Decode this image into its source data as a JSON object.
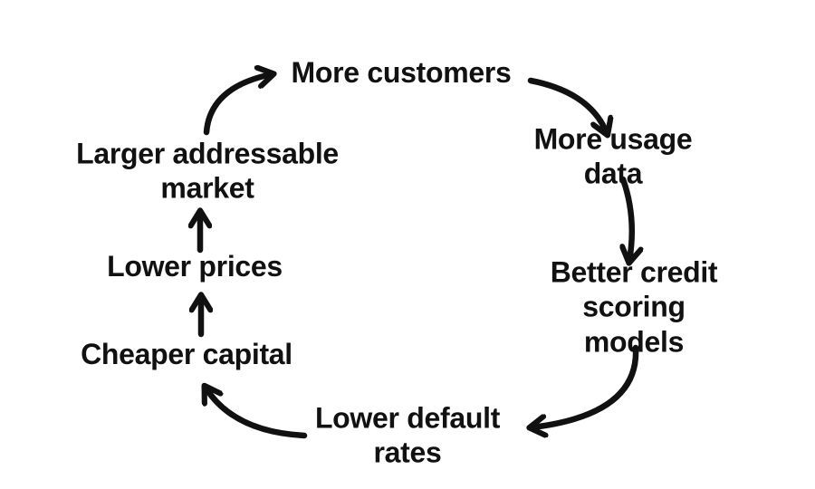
{
  "diagram": {
    "type": "cycle",
    "background_color": "#ffffff",
    "stroke_color": "#111111",
    "text_color": "#111111",
    "nodes": [
      {
        "id": "more-customers",
        "label": "More customers"
      },
      {
        "id": "more-usage-data",
        "label": "More usage data"
      },
      {
        "id": "better-credit-scoring-models",
        "label": "Better credit\nscoring models"
      },
      {
        "id": "lower-default-rates",
        "label": "Lower default\nrates"
      },
      {
        "id": "cheaper-capital",
        "label": "Cheaper capital"
      },
      {
        "id": "lower-prices",
        "label": "Lower prices"
      },
      {
        "id": "larger-addressable-market",
        "label": "Larger addressable\nmarket"
      }
    ],
    "edges": [
      {
        "from": "more-customers",
        "to": "more-usage-data"
      },
      {
        "from": "more-usage-data",
        "to": "better-credit-scoring-models"
      },
      {
        "from": "better-credit-scoring-models",
        "to": "lower-default-rates"
      },
      {
        "from": "lower-default-rates",
        "to": "cheaper-capital"
      },
      {
        "from": "cheaper-capital",
        "to": "lower-prices"
      },
      {
        "from": "lower-prices",
        "to": "larger-addressable-market"
      },
      {
        "from": "larger-addressable-market",
        "to": "more-customers"
      }
    ]
  }
}
